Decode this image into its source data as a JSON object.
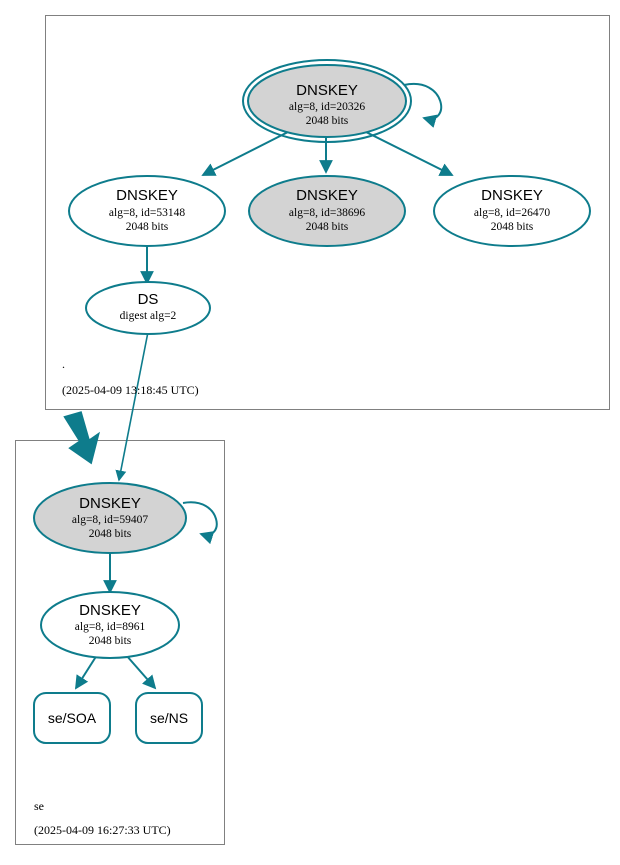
{
  "diagram": {
    "kind": "dnssec-authentication-chain",
    "colors": {
      "edge": "#0e7c8c",
      "node_stroke": "#0e7c8c",
      "secure_fill": "#d3d3d3",
      "plain_fill": "#ffffff",
      "zone_border": "#808080",
      "background": "#ffffff",
      "text": "#000000"
    }
  },
  "zones": [
    {
      "id": "root",
      "name": ".",
      "timestamp": "(2025-04-09 13:18:45 UTC)"
    },
    {
      "id": "se",
      "name": "se",
      "timestamp": "(2025-04-09 16:27:33 UTC)"
    }
  ],
  "nodes": {
    "root_ksk": {
      "title": "DNSKEY",
      "line2": "alg=8, id=20326",
      "line3": "2048 bits",
      "alg": 8,
      "key_id": 20326,
      "key_size": "2048 bits",
      "fill": "gray",
      "trust_anchor": true
    },
    "root_zsk_53148": {
      "title": "DNSKEY",
      "line2": "alg=8, id=53148",
      "line3": "2048 bits",
      "alg": 8,
      "key_id": 53148,
      "key_size": "2048 bits",
      "fill": "white",
      "trust_anchor": false
    },
    "root_zsk_38696": {
      "title": "DNSKEY",
      "line2": "alg=8, id=38696",
      "line3": "2048 bits",
      "alg": 8,
      "key_id": 38696,
      "key_size": "2048 bits",
      "fill": "gray",
      "trust_anchor": false
    },
    "root_zsk_26470": {
      "title": "DNSKEY",
      "line2": "alg=8, id=26470",
      "line3": "2048 bits",
      "alg": 8,
      "key_id": 26470,
      "key_size": "2048 bits",
      "fill": "white",
      "trust_anchor": false
    },
    "ds_se": {
      "title": "DS",
      "line2": "digest alg=2",
      "digest_alg": 2,
      "fill": "white"
    },
    "se_ksk": {
      "title": "DNSKEY",
      "line2": "alg=8, id=59407",
      "line3": "2048 bits",
      "alg": 8,
      "key_id": 59407,
      "key_size": "2048 bits",
      "fill": "gray",
      "trust_anchor": false
    },
    "se_zsk": {
      "title": "DNSKEY",
      "line2": "alg=8, id=8961",
      "line3": "2048 bits",
      "alg": 8,
      "key_id": 8961,
      "key_size": "2048 bits",
      "fill": "white",
      "trust_anchor": false
    },
    "se_soa": {
      "label": "se/SOA"
    },
    "se_ns": {
      "label": "se/NS"
    }
  },
  "edges": [
    {
      "from": "root_ksk",
      "to": "root_ksk",
      "kind": "self-sign"
    },
    {
      "from": "root_ksk",
      "to": "root_zsk_53148",
      "kind": "sign"
    },
    {
      "from": "root_ksk",
      "to": "root_zsk_38696",
      "kind": "sign"
    },
    {
      "from": "root_ksk",
      "to": "root_zsk_26470",
      "kind": "sign"
    },
    {
      "from": "root_zsk_53148",
      "to": "ds_se",
      "kind": "sign"
    },
    {
      "from": "ds_se",
      "to": "se_ksk",
      "kind": "delegation"
    },
    {
      "from": "se_ksk",
      "to": "se_ksk",
      "kind": "self-sign"
    },
    {
      "from": "se_ksk",
      "to": "se_zsk",
      "kind": "sign"
    },
    {
      "from": "se_zsk",
      "to": "se_soa",
      "kind": "sign"
    },
    {
      "from": "se_zsk",
      "to": "se_ns",
      "kind": "sign"
    }
  ]
}
